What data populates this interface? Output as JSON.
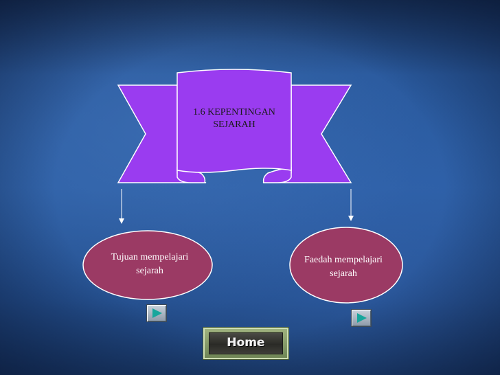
{
  "title": {
    "line1": "1.6 KEPENTINGAN",
    "line2": "SEJARAH"
  },
  "left_node": {
    "line1": "Tujuan mempelajari",
    "line2": "sejarah"
  },
  "right_node": {
    "line1": "Faedah mempelajari",
    "line2": "sejarah"
  },
  "home_button": {
    "label": "Home"
  },
  "colors": {
    "banner": "#9a3cf0",
    "banner_outline": "#ffffff",
    "node_fill": "#9b3a64",
    "node_outline": "#ffffff",
    "arrow": "#ffffff",
    "nav_arrow": "#17a69c"
  },
  "icons": {
    "nav_left": "play-arrow-icon",
    "nav_right": "play-arrow-icon"
  }
}
